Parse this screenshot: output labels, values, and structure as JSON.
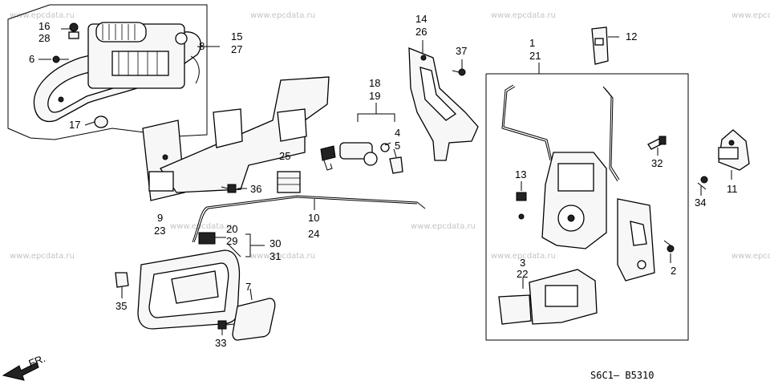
{
  "watermark": "www.epcdata.ru",
  "diagram_code": "S6C1— B5310",
  "direction": "FR.",
  "callouts": {
    "c1": "1",
    "c2": "2",
    "c3": "3",
    "c4": "4",
    "c5": "5",
    "c6": "6",
    "c7": "7",
    "c8": "8",
    "c9": "9",
    "c10": "10",
    "c11": "11",
    "c12": "12",
    "c13": "13",
    "c14": "14",
    "c15": "15",
    "c16": "16",
    "c17": "17",
    "c18": "18",
    "c19": "19",
    "c20": "20",
    "c21": "21",
    "c22": "22",
    "c23": "23",
    "c24": "24",
    "c25": "25",
    "c26": "26",
    "c27": "27",
    "c28": "28",
    "c29": "29",
    "c30": "30",
    "c31": "31",
    "c32": "32",
    "c33": "33",
    "c34": "34",
    "c35": "35",
    "c36": "36",
    "c37": "37"
  }
}
